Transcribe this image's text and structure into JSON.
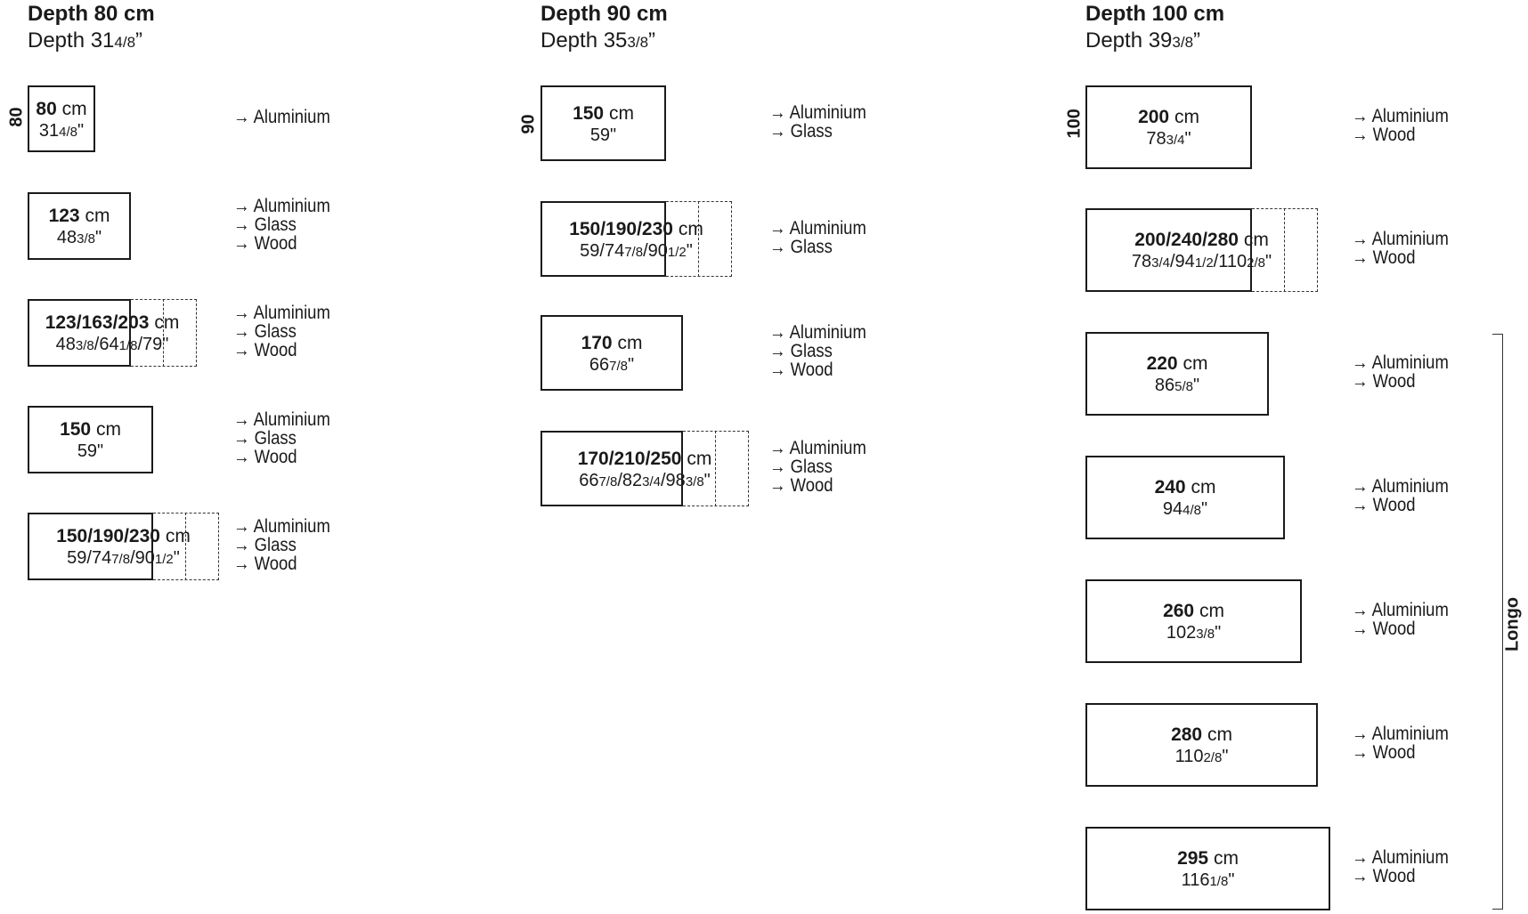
{
  "columns": [
    {
      "title": "Depth 80 cm",
      "subtitle_main": "Depth 31",
      "subtitle_frac": "4/8",
      "subtitle_end": "”",
      "rotated_label": "80",
      "items": [
        {
          "cm_bold": "80",
          "cm_unit": " cm",
          "inch_parts": [
            {
              "t": "31",
              "f": false
            },
            {
              "t": "4/8",
              "f": true
            },
            {
              "t": "\"",
              "f": false
            }
          ],
          "materials": [
            "→ Aluminium"
          ]
        },
        {
          "cm_bold": "123",
          "cm_unit": " cm",
          "inch_parts": [
            {
              "t": "48",
              "f": false
            },
            {
              "t": "3/8",
              "f": true
            },
            {
              "t": "\"",
              "f": false
            }
          ],
          "materials": [
            "→ Aluminium",
            "→ Glass",
            "→ Wood"
          ]
        },
        {
          "cm_bold": "123/163/203",
          "cm_unit": " cm",
          "inch_parts": [
            {
              "t": "48",
              "f": false
            },
            {
              "t": "3/8",
              "f": true
            },
            {
              "t": "/64",
              "f": false
            },
            {
              "t": "1/8",
              "f": true
            },
            {
              "t": "/79\"",
              "f": false
            }
          ],
          "materials": [
            "→ Aluminium",
            "→ Glass",
            "→ Wood"
          ]
        },
        {
          "cm_bold": "150",
          "cm_unit": " cm",
          "inch_parts": [
            {
              "t": "59\"",
              "f": false
            }
          ],
          "materials": [
            "→ Aluminium",
            "→ Glass",
            "→ Wood"
          ]
        },
        {
          "cm_bold": "150/190/230",
          "cm_unit": " cm",
          "inch_parts": [
            {
              "t": "59/74",
              "f": false
            },
            {
              "t": "7/8",
              "f": true
            },
            {
              "t": "/90",
              "f": false
            },
            {
              "t": "1/2",
              "f": true
            },
            {
              "t": "\"",
              "f": false
            }
          ],
          "materials": [
            "→ Aluminium",
            "→ Glass",
            "→ Wood"
          ]
        }
      ]
    },
    {
      "title": "Depth 90 cm",
      "subtitle_main": "Depth 35",
      "subtitle_frac": "3/8",
      "subtitle_end": "”",
      "rotated_label": "90",
      "items": [
        {
          "cm_bold": "150",
          "cm_unit": " cm",
          "inch_parts": [
            {
              "t": "59\"",
              "f": false
            }
          ],
          "materials": [
            "→ Aluminium",
            "→ Glass"
          ]
        },
        {
          "cm_bold": "150/190/230",
          "cm_unit": " cm",
          "inch_parts": [
            {
              "t": "59/74",
              "f": false
            },
            {
              "t": "7/8",
              "f": true
            },
            {
              "t": "/90",
              "f": false
            },
            {
              "t": "1/2",
              "f": true
            },
            {
              "t": "\"",
              "f": false
            }
          ],
          "materials": [
            "→ Aluminium",
            "→ Glass"
          ]
        },
        {
          "cm_bold": "170",
          "cm_unit": " cm",
          "inch_parts": [
            {
              "t": "66",
              "f": false
            },
            {
              "t": "7/8",
              "f": true
            },
            {
              "t": "\"",
              "f": false
            }
          ],
          "materials": [
            "→ Aluminium",
            "→ Glass",
            "→ Wood"
          ]
        },
        {
          "cm_bold": "170/210/250",
          "cm_unit": " cm",
          "inch_parts": [
            {
              "t": "66",
              "f": false
            },
            {
              "t": "7/8",
              "f": true
            },
            {
              "t": "/82",
              "f": false
            },
            {
              "t": "3/4",
              "f": true
            },
            {
              "t": "/98",
              "f": false
            },
            {
              "t": "3/8",
              "f": true
            },
            {
              "t": "\"",
              "f": false
            }
          ],
          "materials": [
            "→ Aluminium",
            "→ Glass",
            "→ Wood"
          ]
        }
      ]
    },
    {
      "title": "Depth 100 cm",
      "subtitle_main": "Depth 39",
      "subtitle_frac": "3/8",
      "subtitle_end": "”",
      "rotated_label": "100",
      "items": [
        {
          "cm_bold": "200",
          "cm_unit": " cm",
          "inch_parts": [
            {
              "t": "78",
              "f": false
            },
            {
              "t": "3/4",
              "f": true
            },
            {
              "t": "\"",
              "f": false
            }
          ],
          "materials": [
            "→ Aluminium",
            "→ Wood"
          ]
        },
        {
          "cm_bold": "200/240/280",
          "cm_unit": " cm",
          "inch_parts": [
            {
              "t": "78",
              "f": false
            },
            {
              "t": "3/4",
              "f": true
            },
            {
              "t": "/94",
              "f": false
            },
            {
              "t": "1/2",
              "f": true
            },
            {
              "t": "/110",
              "f": false
            },
            {
              "t": "2/8",
              "f": true
            },
            {
              "t": "\"",
              "f": false
            }
          ],
          "materials": [
            "→ Aluminium",
            "→ Wood"
          ]
        },
        {
          "cm_bold": "220",
          "cm_unit": " cm",
          "inch_parts": [
            {
              "t": "86",
              "f": false
            },
            {
              "t": "5/8",
              "f": true
            },
            {
              "t": "\"",
              "f": false
            }
          ],
          "materials": [
            "→ Aluminium",
            "→ Wood"
          ]
        },
        {
          "cm_bold": "240",
          "cm_unit": " cm",
          "inch_parts": [
            {
              "t": "94",
              "f": false
            },
            {
              "t": "4/8",
              "f": true
            },
            {
              "t": "\"",
              "f": false
            }
          ],
          "materials": [
            "→ Aluminium",
            "→ Wood"
          ]
        },
        {
          "cm_bold": "260",
          "cm_unit": " cm",
          "inch_parts": [
            {
              "t": "102",
              "f": false
            },
            {
              "t": "3/8",
              "f": true
            },
            {
              "t": "\"",
              "f": false
            }
          ],
          "materials": [
            "→ Aluminium",
            "→ Wood"
          ]
        },
        {
          "cm_bold": "280",
          "cm_unit": " cm",
          "inch_parts": [
            {
              "t": "110",
              "f": false
            },
            {
              "t": "2/8",
              "f": true
            },
            {
              "t": "\"",
              "f": false
            }
          ],
          "materials": [
            "→ Aluminium",
            "→ Wood"
          ]
        },
        {
          "cm_bold": "295",
          "cm_unit": " cm",
          "inch_parts": [
            {
              "t": "116",
              "f": false
            },
            {
              "t": "1/8",
              "f": true
            },
            {
              "t": "\"",
              "f": false
            }
          ],
          "materials": [
            "→ Aluminium",
            "→ Wood"
          ]
        }
      ]
    }
  ],
  "longo_label": "Longo"
}
